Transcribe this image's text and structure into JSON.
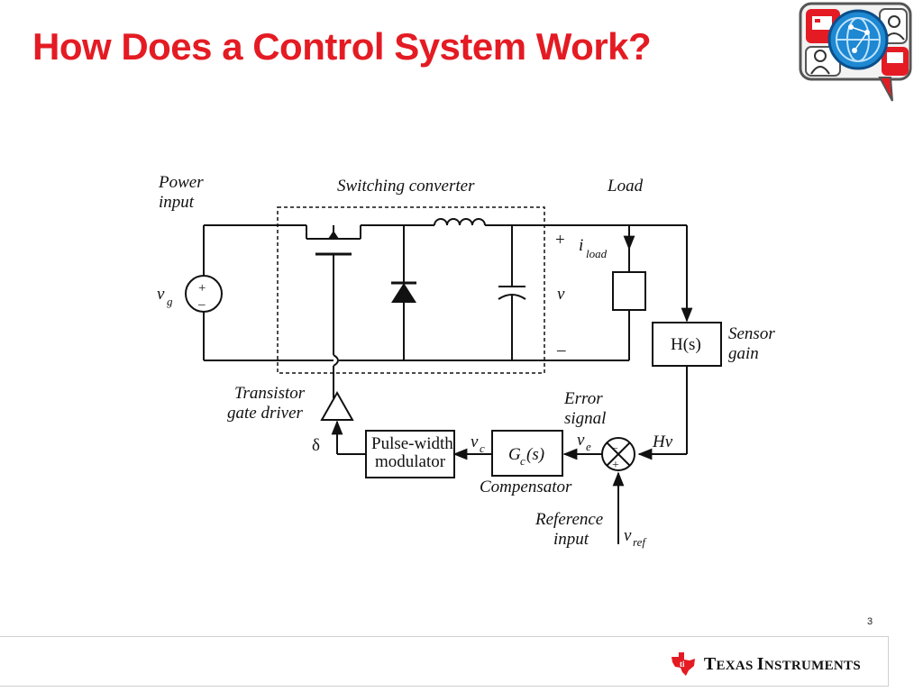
{
  "slide": {
    "title": "How Does a Control System Work?",
    "page_number": "3"
  },
  "diagram": {
    "power_input": [
      "Power",
      "input"
    ],
    "switching_converter": "Switching converter",
    "load": "Load",
    "vg": "v",
    "vg_sub": "g",
    "plus": "+",
    "minus": "–",
    "iload": "i",
    "iload_sub": "load",
    "v": "v",
    "hs": "H(s)",
    "sensor_gain": [
      "Sensor",
      "gain"
    ],
    "transistor_gate_driver": [
      "Transistor",
      "gate driver"
    ],
    "delta": "δ",
    "pwm": [
      "Pulse-width",
      "modulator"
    ],
    "vc": "v",
    "vc_sub": "c",
    "gc": "G",
    "gc_sub": "c",
    "gc_arg": "(s)",
    "ve": "v",
    "ve_sub": "e",
    "hv": "Hv",
    "error_signal": [
      "Error",
      "signal"
    ],
    "compensator": "Compensator",
    "reference_input": [
      "Reference",
      "input"
    ],
    "vref": "v",
    "vref_sub": "ref",
    "sum_plus": "+",
    "sum_minus": "–"
  },
  "footer": {
    "brand_main": "T",
    "brand_sc1": "EXAS ",
    "brand_i": "I",
    "brand_sc2": "NSTRUMENTS"
  },
  "colors": {
    "title": "#e41b23",
    "ti_red": "#e41b23"
  }
}
